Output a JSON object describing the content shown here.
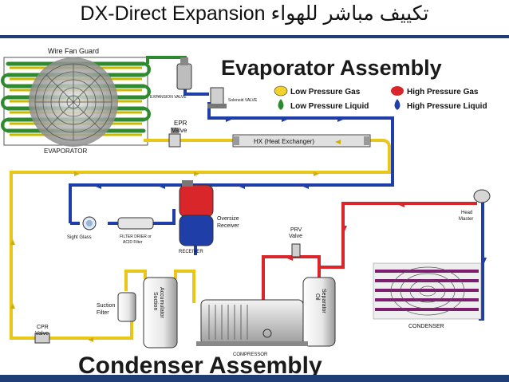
{
  "title": "DX-Direct Expansion تكييف مباشر للهواء",
  "diagram": {
    "evaporator_heading": "Evaporator Assembly",
    "condenser_heading": "Condenser Assembly",
    "legend": [
      {
        "label": "Low Pressure Gas",
        "color": "#f2d22a"
      },
      {
        "label": "Low Pressure Liquid",
        "color": "#2e8a2e"
      },
      {
        "label": "High Pressure Gas",
        "color": "#d8262b"
      },
      {
        "label": "High Pressure Liquid",
        "color": "#1f3ea8"
      }
    ],
    "labels": {
      "wire_fan_guard": "Wire Fan Guard",
      "evaporator": "EVAPORATOR",
      "expansion_valve": "EXPANSION VALVE",
      "solenoid_valve": "Solenoid VALVE",
      "epr_valve_1": "EPR",
      "epr_valve_2": "Valve",
      "hx": "HX (Heat Exchanger)",
      "sight_glass": "Sight Glass",
      "filter_drier_1": "FILTER DRIER or",
      "filter_drier_2": "ACID Filter",
      "oversize_receiver_1": "Oversize",
      "oversize_receiver_2": "Receiver",
      "receiver": "RECEIVER",
      "prv_valve_1": "PRV",
      "prv_valve_2": "Valve",
      "head_master_1": "Head",
      "head_master_2": "Master",
      "suction_accumulator_1": "Suction",
      "suction_accumulator_2": "Accumulator",
      "suction_filter_1": "Suction",
      "suction_filter_2": "Filter",
      "oil_separator_1": "Oil",
      "oil_separator_2": "Separator",
      "cpr_valve_1": "CPR",
      "cpr_valve_2": "Valve",
      "compressor": "COMPRESSOR",
      "condenser": "CONDENSER"
    }
  }
}
